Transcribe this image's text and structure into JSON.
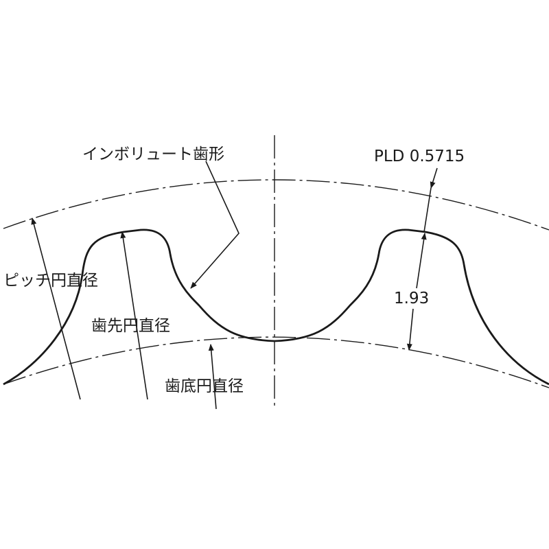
{
  "labels": {
    "involute": "インボリュート歯形",
    "pld": "PLD 0.5715",
    "pitch_dia": "ピッチ円直径",
    "tip_dia": "歯先円直径",
    "root_dia": "歯底円直径",
    "height": "1.93"
  }
}
